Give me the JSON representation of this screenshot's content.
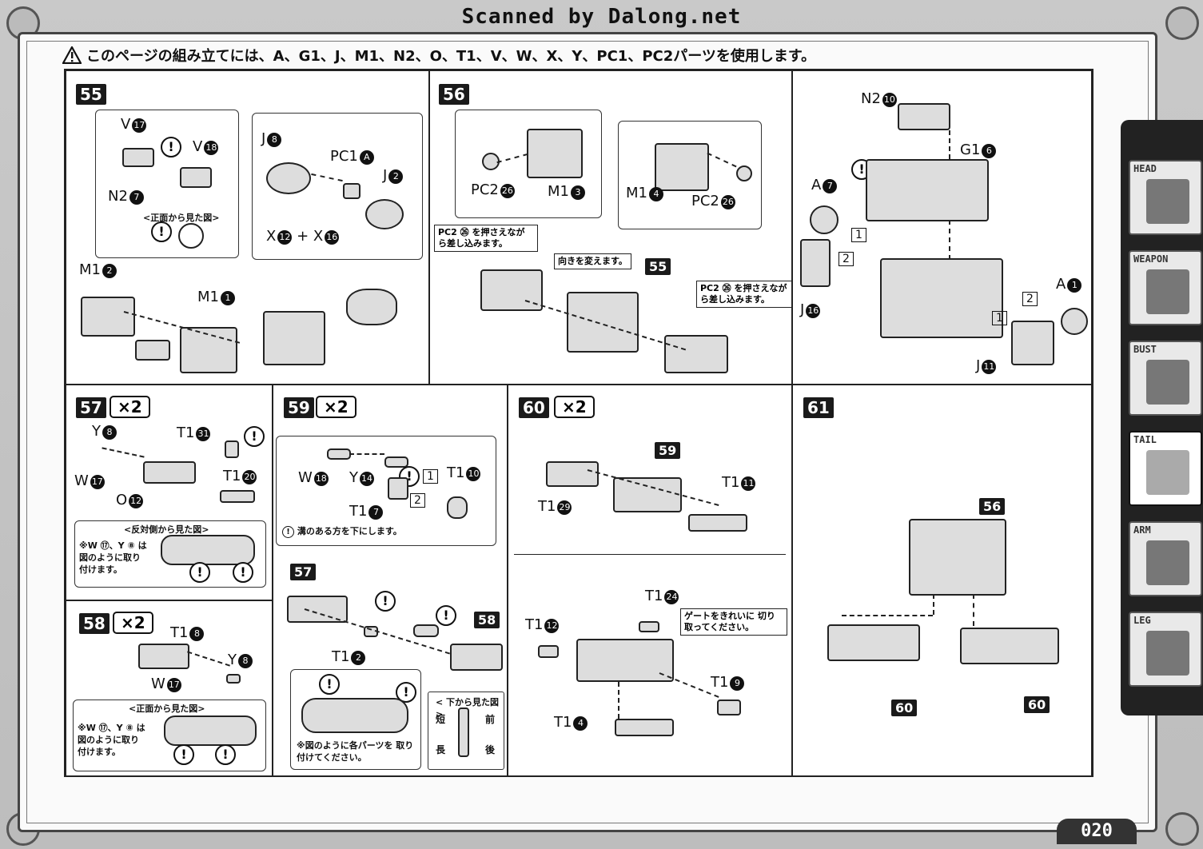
{
  "header": {
    "scan_title": "Scanned by Dalong.net",
    "notice": "このページの組み立てには、A、G1、J、M1、N2、O、T1、V、W、X、Y、PC1、PC2パーツを使用します。"
  },
  "steps": {
    "s55": {
      "number": "55"
    },
    "s56": {
      "number": "56"
    },
    "s57": {
      "number": "57",
      "mult": "×2"
    },
    "s58": {
      "number": "58",
      "mult": "×2"
    },
    "s59": {
      "number": "59",
      "mult": "×2"
    },
    "s60": {
      "number": "60",
      "mult": "×2"
    },
    "s61": {
      "number": "61"
    }
  },
  "labels": {
    "s55": {
      "v17": "V",
      "v17n": "17",
      "v18": "V",
      "v18n": "18",
      "n2": "N2",
      "n2n": "7",
      "j8": "J",
      "j8n": "8",
      "pc1": "PC1",
      "pc1n": "A",
      "j2": "J",
      "j2n": "2",
      "x12": "X",
      "x12n": "12",
      "plus": "+",
      "x16": "X",
      "x16n": "16",
      "m1a": "M1",
      "m1an": "2",
      "m1b": "M1",
      "m1bn": "1",
      "front_view": "<正面から見た図>"
    },
    "s56": {
      "pc2a": "PC2",
      "pc2an": "26",
      "m1c": "M1",
      "m1cn": "3",
      "m1d": "M1",
      "m1dn": "4",
      "pc2b": "PC2",
      "pc2bn": "26",
      "callout1": "PC2 ㉖ を押さえなが ら差し込みます。",
      "callout2": "向きを変えます。",
      "callout3": "PC2 ㉖ を押さえなが ら差し込みます。",
      "ref55": "55"
    },
    "s56r": {
      "n2": "N2",
      "n2n": "10",
      "g1": "G1",
      "g1n": "6",
      "a7": "A",
      "a7n": "7",
      "a1": "A",
      "a1n": "1",
      "j16": "J",
      "j16n": "16",
      "j11": "J",
      "j11n": "11",
      "o1": "1",
      "o2": "2",
      "o3": "1",
      "o4": "2"
    },
    "s57": {
      "y8": "Y",
      "y8n": "8",
      "t131": "T1",
      "t131n": "31",
      "w17": "W",
      "w17n": "17",
      "t120": "T1",
      "t120n": "20",
      "o12": "O",
      "o12n": "12",
      "view": "<反対側から見た図>",
      "note": "※W ⑰、Y ⑧ は 図のように取り 付けます。"
    },
    "s58": {
      "t18": "T1",
      "t18n": "8",
      "y8": "Y",
      "y8n": "8",
      "w17": "W",
      "w17n": "17",
      "view": "<正面から見た図>",
      "note": "※W ⑰、Y ⑧ は 図のように取り 付けます。"
    },
    "s59": {
      "w18": "W",
      "w18n": "18",
      "y14": "Y",
      "y14n": "14",
      "t110": "T1",
      "t110n": "10",
      "t17": "T1",
      "t17n": "7",
      "groove": "溝のある方を下にします。",
      "ref57": "57",
      "ref58": "58",
      "t12": "T1",
      "t12n": "2",
      "bottom": "< 下から見た図 >",
      "short": "短",
      "front": "前",
      "long": "長",
      "back": "後",
      "note": "※図のように各パーツを 取り付けてください。",
      "o1": "1",
      "o2": "2"
    },
    "s60": {
      "ref59": "59",
      "t129": "T1",
      "t129n": "29",
      "t111": "T1",
      "t111n": "11",
      "t124": "T1",
      "t124n": "24",
      "gate": "ゲートをきれいに 切り取ってください。",
      "t112": "T1",
      "t112n": "12",
      "t19": "T1",
      "t19n": "9",
      "t14": "T1",
      "t14n": "4"
    },
    "s61": {
      "ref56": "56",
      "ref60a": "60",
      "ref60b": "60"
    }
  },
  "tabs": [
    {
      "label": "HEAD",
      "active": false
    },
    {
      "label": "WEAPON",
      "active": false
    },
    {
      "label": "BUST",
      "active": false
    },
    {
      "label": "TAIL",
      "active": true
    },
    {
      "label": "ARM",
      "active": false
    },
    {
      "label": "LEG",
      "active": false
    }
  ],
  "page_number": "020"
}
